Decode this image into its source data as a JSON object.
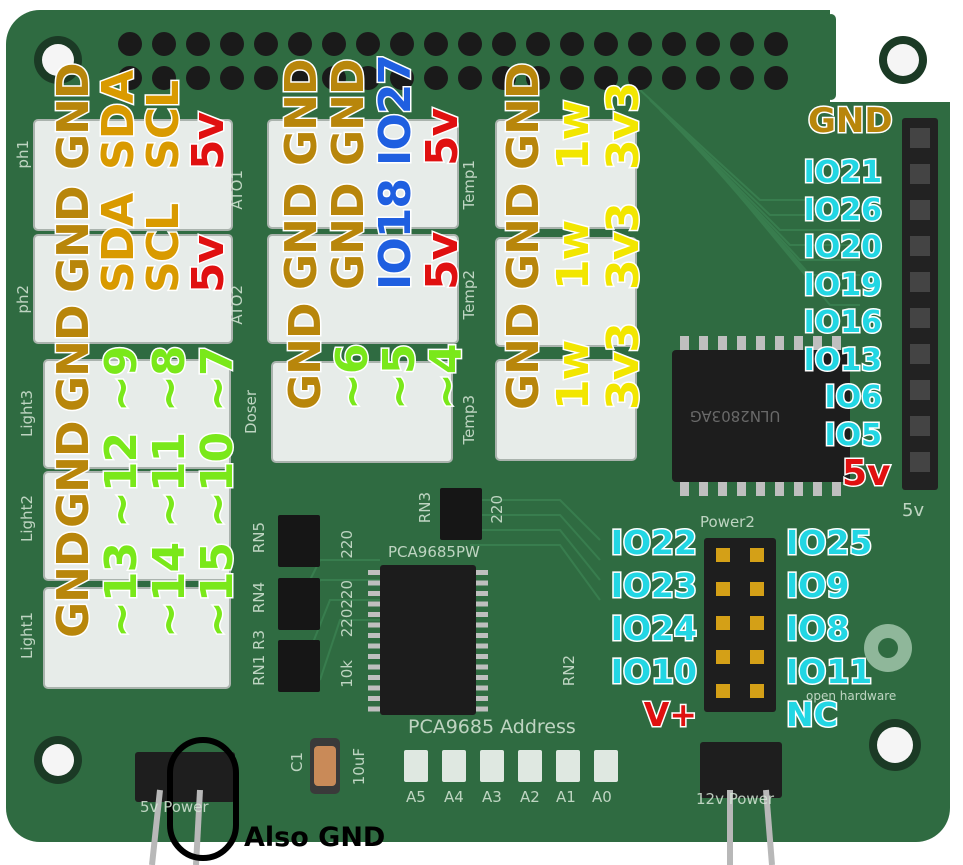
{
  "colors": {
    "gnd": "#b8860b",
    "i2c": "#d99a00",
    "power": "#e01010",
    "io_blue": "#1f5fe0",
    "onewire": "#f2e600",
    "pwm": "#7ae81a",
    "io_cyan": "#22d6e3",
    "pcb": "#2f6b41",
    "connector": "#e7ece9"
  },
  "vertical_labels": {
    "ph1": [
      "GND",
      "SDA",
      "SCL",
      "5v"
    ],
    "ph2": [
      "GND",
      "SDA",
      "SCL",
      "5v"
    ],
    "light3": [
      "GND",
      "~9",
      "~8",
      "~7"
    ],
    "light2": [
      "GND",
      "~12",
      "~11",
      "~10"
    ],
    "light1": [
      "GND",
      "~13",
      "~14",
      "~15"
    ],
    "ato1": [
      "GND",
      "GND",
      "IO27",
      "5v"
    ],
    "ato2": [
      "GND",
      "GND",
      "IO18",
      "5v"
    ],
    "doser": [
      "GND",
      "~6",
      "~5",
      "~4"
    ],
    "temp1": [
      "GND",
      "1w",
      "3v3"
    ],
    "temp2": [
      "GND",
      "1w",
      "3v3"
    ],
    "temp3": [
      "GND",
      "1w",
      "3v3"
    ]
  },
  "right_header": {
    "top": "GND",
    "pins": [
      "IO21",
      "IO26",
      "IO20",
      "IO19",
      "IO16",
      "IO13",
      "IO6",
      "IO5"
    ],
    "bottom": "5v"
  },
  "power2_left": [
    "IO22",
    "IO23",
    "IO24",
    "IO10",
    "V+"
  ],
  "power2_right": [
    "IO25",
    "IO9",
    "IO8",
    "IO11",
    "NC"
  ],
  "silkscreen": {
    "chip_pca": "PCA9685PW",
    "address": "PCA9685 Address",
    "addr_pins": [
      "A5",
      "A4",
      "A3",
      "A2",
      "A1",
      "A0"
    ],
    "power2": "Power2",
    "power_12v": "12v Power",
    "power_5v": "5v Power",
    "open_hardware": "open hardware",
    "rn5": "RN5",
    "rn4": "RN4",
    "rn3": "RN3",
    "rn2": "RN2",
    "rn1r3": "RN1 R3",
    "r220": "220",
    "r220b": "220220",
    "r10k": "10k",
    "c1": "C1",
    "c10uf": "10uF",
    "right5v": "5v",
    "chip_ul": "ULN2803AG",
    "ph1": "ph1",
    "ph2": "ph2",
    "light3": "Light3",
    "light2": "Light2",
    "light1": "Light1",
    "ato1": "ATO1",
    "ato2": "ATO2",
    "doser": "Doser",
    "temp1": "Temp1",
    "temp2": "Temp2",
    "temp3": "Temp3"
  },
  "annotation": "Also GND"
}
